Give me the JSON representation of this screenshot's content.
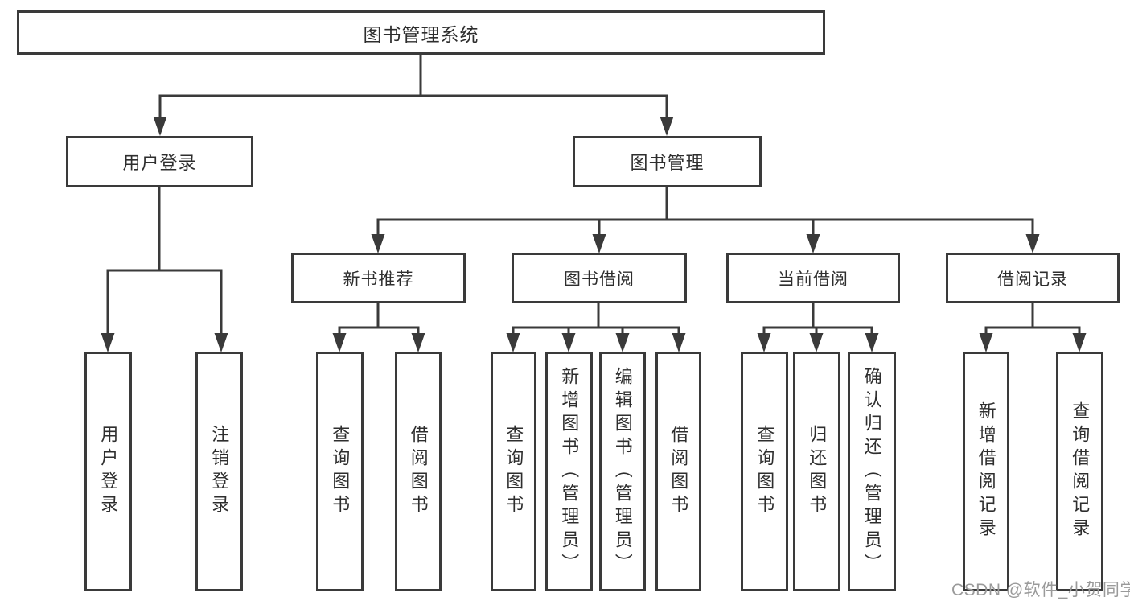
{
  "diagram": {
    "root": {
      "label": "图书管理系统"
    },
    "branches": [
      {
        "label": "用户登录",
        "children": [
          {
            "label": "用户登录"
          },
          {
            "label": "注销登录"
          }
        ]
      },
      {
        "label": "图书管理",
        "children": [
          {
            "label": "新书推荐",
            "children": [
              {
                "label": "查询图书"
              },
              {
                "label": "借阅图书"
              }
            ]
          },
          {
            "label": "图书借阅",
            "children": [
              {
                "label": "查询图书"
              },
              {
                "label": "新增图书（管理员）"
              },
              {
                "label": "编辑图书（管理员）"
              },
              {
                "label": "借阅图书"
              }
            ]
          },
          {
            "label": "当前借阅",
            "children": [
              {
                "label": "查询图书"
              },
              {
                "label": "归还图书"
              },
              {
                "label": "确认归还（管理员）"
              }
            ]
          },
          {
            "label": "借阅记录",
            "children": [
              {
                "label": "新增借阅记录"
              },
              {
                "label": "查询借阅记录"
              }
            ]
          }
        ]
      }
    ]
  },
  "watermark": {
    "text": "CSDN @软件_小贺同学"
  },
  "colors": {
    "line": "#3a3a3a",
    "text": "#2e2e2e",
    "watermark": "#9a9a9a",
    "background": "#ffffff"
  }
}
